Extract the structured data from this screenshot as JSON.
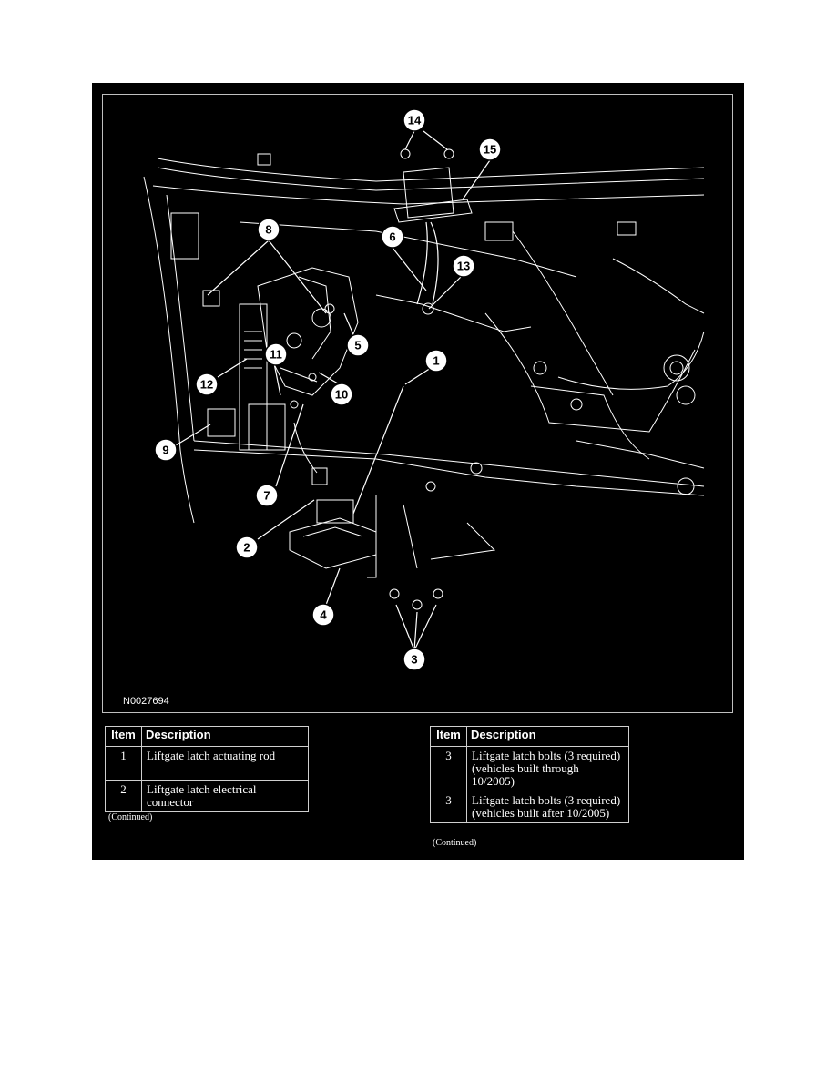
{
  "figure_id": "N0027694",
  "callout_numbers": [
    "14",
    "15",
    "8",
    "6",
    "13",
    "5",
    "1",
    "11",
    "12",
    "10",
    "9",
    "7",
    "2",
    "4",
    "3"
  ],
  "left_table": {
    "headers": {
      "item": "Item",
      "description": "Description"
    },
    "rows": [
      {
        "item": "1",
        "description": "Liftgate latch actuating rod"
      },
      {
        "item": "2",
        "description": "Liftgate latch electrical connector"
      }
    ],
    "continued": "(Continued)"
  },
  "right_table": {
    "headers": {
      "item": "Item",
      "description": "Description"
    },
    "rows": [
      {
        "item": "3",
        "description": "Liftgate latch bolts (3 required)(vehicles built through 10/2005)"
      },
      {
        "item": "3",
        "description": "Liftgate latch bolts (3 required)(vehicles built after 10/2005)"
      }
    ],
    "continued": "(Continued)"
  }
}
